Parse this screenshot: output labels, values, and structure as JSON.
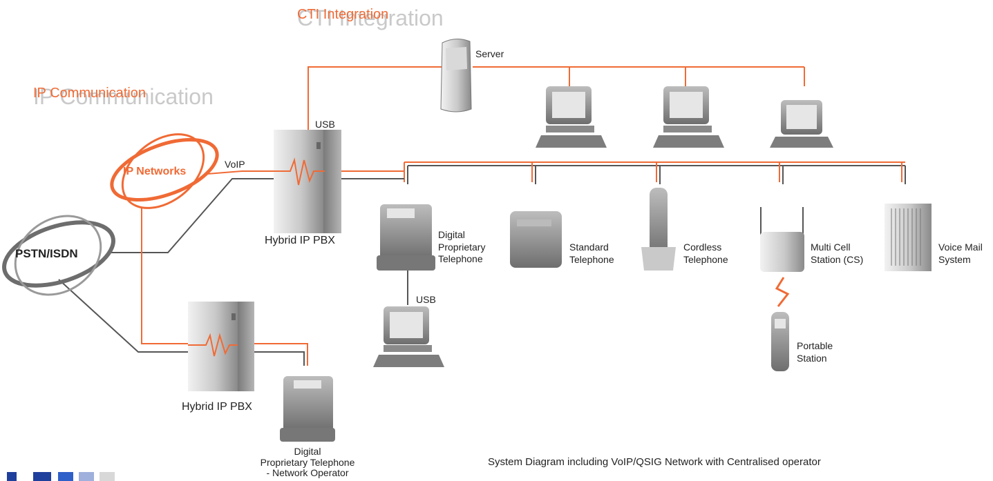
{
  "titles": {
    "cti": "CTI Integration",
    "cti_ghost": "CTI Integration",
    "ip": "IP Communication",
    "ip_ghost": "IP Communication"
  },
  "networks": {
    "ip": "IP Networks",
    "pstn": "PSTN/ISDN"
  },
  "labels": {
    "server": "Server",
    "usb_top": "USB",
    "voip": "VoIP",
    "pbx_main": "Hybrid IP PBX",
    "pbx_second": "Hybrid IP PBX",
    "usb_mid": "USB",
    "digital_phone": [
      "Digital",
      "Proprietary",
      "Telephone"
    ],
    "standard_phone": [
      "Standard",
      "Telephone"
    ],
    "cordless_phone": [
      "Cordless",
      "Telephone"
    ],
    "multi_cell": [
      "Multi Cell",
      "Station (CS)"
    ],
    "voice_mail": [
      "Voice Mail",
      "System"
    ],
    "portable": [
      "Portable",
      "Station"
    ],
    "network_operator": [
      "Digital",
      "Proprietary Telephone",
      "- Network Operator"
    ]
  },
  "caption": "System Diagram including VoIP/QSIG Network with Centralised operator",
  "colors": {
    "accent": "#f06a35",
    "line_dark": "#555555",
    "device": "#9a9a9a",
    "ghost": "#c9c9c9",
    "blue_dark": "#1f3f9c",
    "blue_mid": "#2f5fc8",
    "blue_light": "#9fb0dc"
  }
}
